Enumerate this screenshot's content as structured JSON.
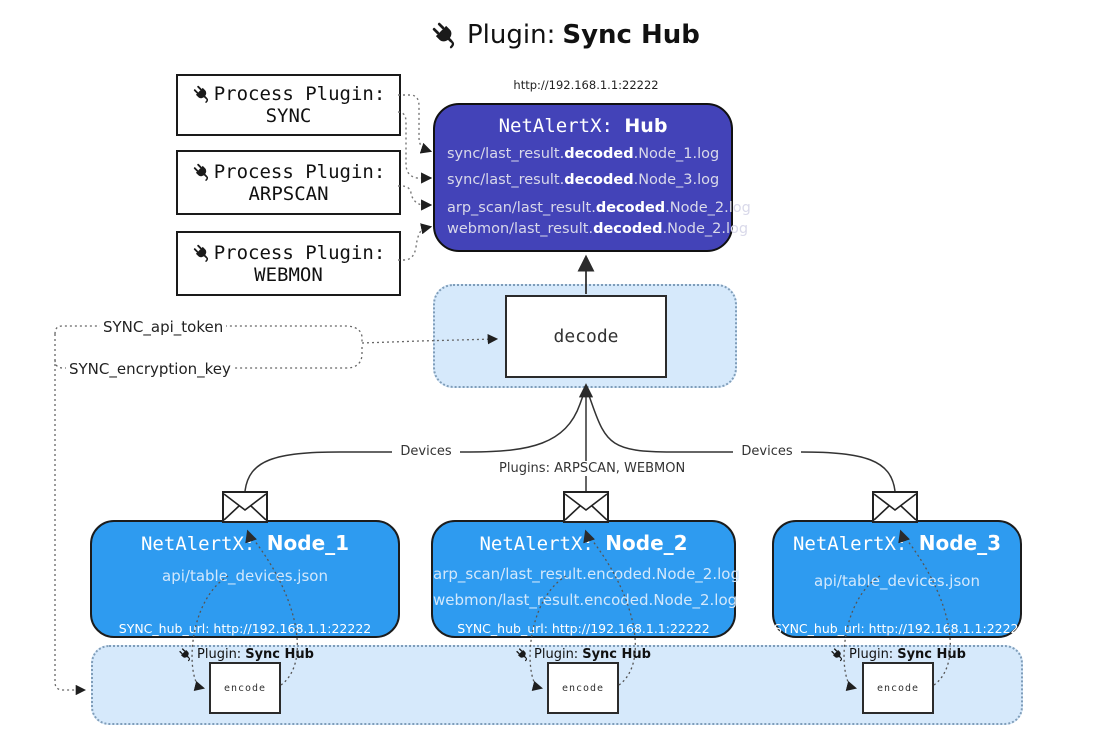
{
  "title": {
    "prefix": "Plugin:",
    "name": "Sync Hub"
  },
  "hub": {
    "url": "http://192.168.1.1:22222",
    "name_prefix": "NetAlertX:",
    "name": "Hub",
    "logs": [
      {
        "pre": "sync/last_result.",
        "bold": "decoded",
        "post": ".Node_1.log"
      },
      {
        "pre": "sync/last_result.",
        "bold": "decoded",
        "post": ".Node_3.log"
      },
      {
        "pre": "arp_scan/last_result.",
        "bold": "decoded",
        "post": ".Node_2.log"
      },
      {
        "pre": "webmon/last_result.",
        "bold": "decoded",
        "post": ".Node_2.log"
      }
    ]
  },
  "process_plugins": [
    {
      "label": "Process Plugin:",
      "name": "SYNC"
    },
    {
      "label": "Process Plugin:",
      "name": "ARPSCAN"
    },
    {
      "label": "Process Plugin:",
      "name": "WEBMON"
    }
  ],
  "decode_label": "decode",
  "keys": {
    "api_token": "SYNC_api_token",
    "encryption_key": "SYNC_encryption_key"
  },
  "edge_labels": {
    "devices_left": "Devices",
    "devices_right": "Devices",
    "plugins": "Plugins: ARPSCAN, WEBMON"
  },
  "nodes": [
    {
      "name_prefix": "NetAlertX:",
      "name": "Node_1",
      "lines": [
        "api/table_devices.json"
      ],
      "hub_url": "SYNC_hub_url: http://192.168.1.1:22222"
    },
    {
      "name_prefix": "NetAlertX:",
      "name": "Node_2",
      "lines": [
        "arp_scan/last_result.encoded.Node_2.log",
        "webmon/last_result.encoded.Node_2.log"
      ],
      "hub_url": "SYNC_hub_url: http://192.168.1.1:22222"
    },
    {
      "name_prefix": "NetAlertX:",
      "name": "Node_3",
      "lines": [
        "api/table_devices.json"
      ],
      "hub_url": "SYNC_hub_url: http://192.168.1.1:22222"
    }
  ],
  "encoders": [
    {
      "prefix": "Plugin:",
      "name": "Sync Hub",
      "label": "encode"
    },
    {
      "prefix": "Plugin:",
      "name": "Sync Hub",
      "label": "encode"
    },
    {
      "prefix": "Plugin:",
      "name": "Sync Hub",
      "label": "encode"
    }
  ],
  "colors": {
    "hub_fill": "#4343b8",
    "node_fill": "#2e9bf0",
    "group_fill": "#d6e9fb",
    "hub_text": "#d9d9ea",
    "node_text": "#d2e8fc"
  }
}
